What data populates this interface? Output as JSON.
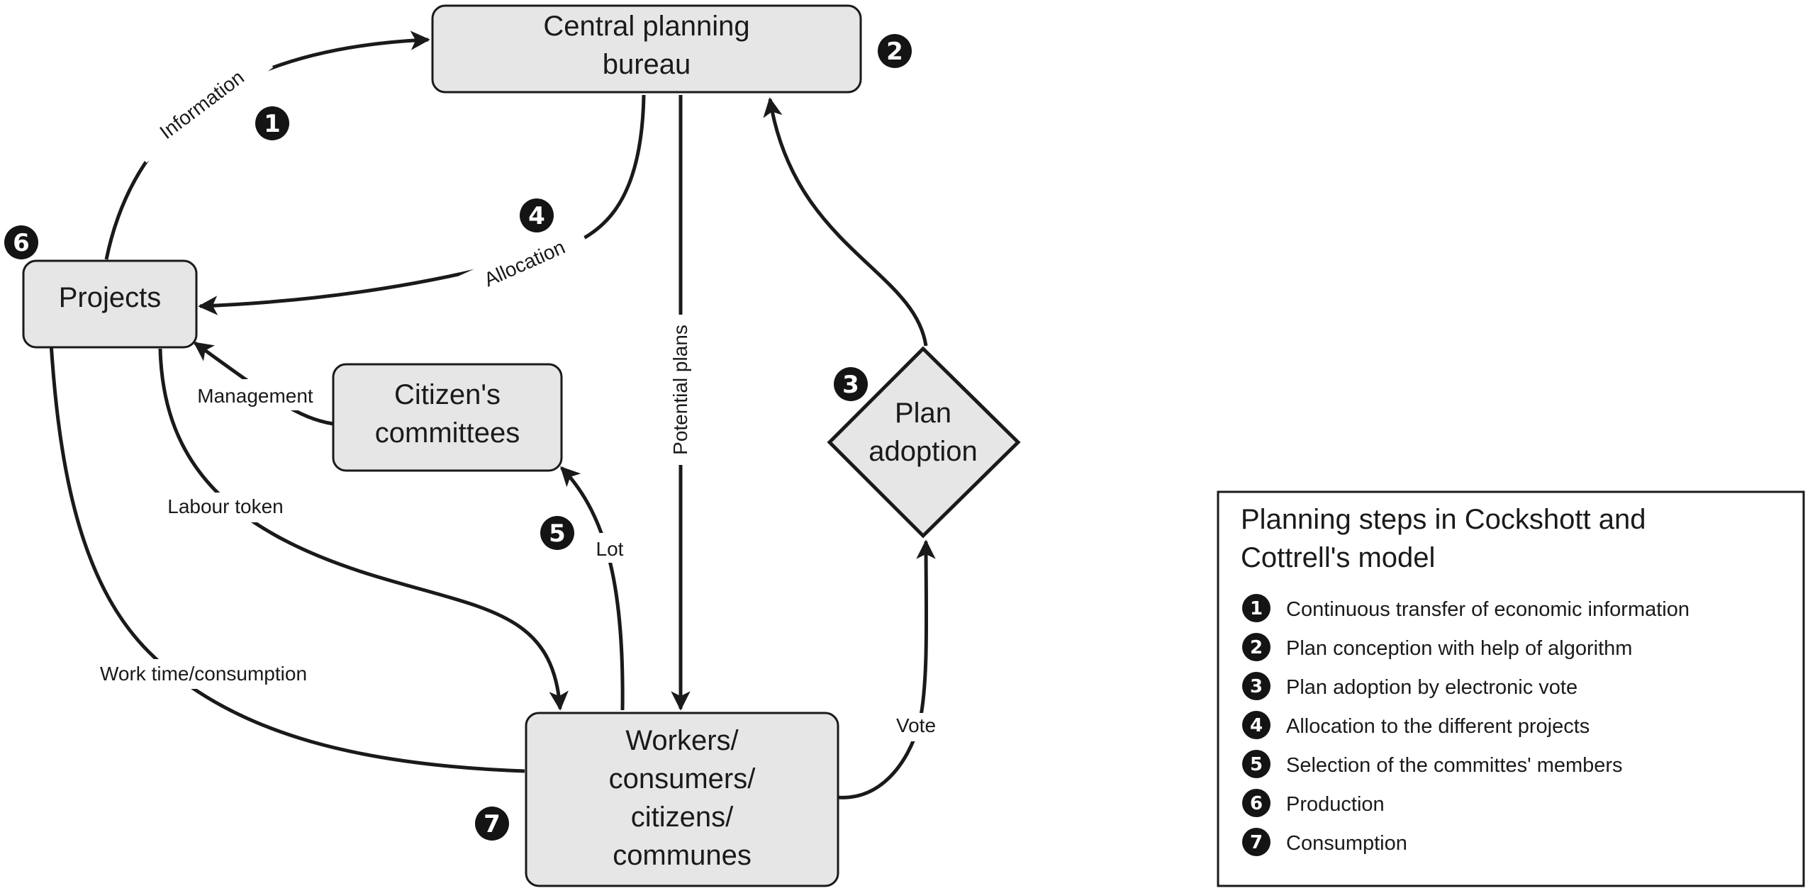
{
  "nodes": {
    "central_planning_bureau": {
      "line1": "Central planning",
      "line2": "bureau"
    },
    "projects": {
      "label": "Projects"
    },
    "citizens_committees": {
      "line1": "Citizen's",
      "line2": "committees"
    },
    "plan_adoption": {
      "line1": "Plan",
      "line2": "adoption"
    },
    "workers": {
      "line1": "Workers/",
      "line2": "consumers/",
      "line3": "citizens/",
      "line4": "communes"
    }
  },
  "edges": {
    "information": "Information",
    "allocation": "Allocation",
    "potential_plans": "Potential plans",
    "management": "Management",
    "labour_token": "Labour token",
    "lot": "Lot",
    "work_time": "Work time/consumption",
    "vote": "Vote"
  },
  "badges": {
    "b1": "1",
    "b2": "2",
    "b3": "3",
    "b4": "4",
    "b5": "5",
    "b6": "6",
    "b7": "7"
  },
  "legend": {
    "title_line1": "Planning steps in Cockshott and",
    "title_line2": "Cottrell's model",
    "items": [
      {
        "num": "1",
        "text": "Continuous transfer of economic information"
      },
      {
        "num": "2",
        "text": "Plan conception with help of algorithm"
      },
      {
        "num": "3",
        "text": "Plan adoption by electronic vote"
      },
      {
        "num": "4",
        "text": "Allocation to the different projects"
      },
      {
        "num": "5",
        "text": "Selection of the committes' members"
      },
      {
        "num": "6",
        "text": "Production"
      },
      {
        "num": "7",
        "text": "Consumption"
      }
    ]
  },
  "colors": {
    "node_fill": "#e6e6e6",
    "stroke": "#1a1a1a",
    "badge": "#141414",
    "background": "#ffffff"
  }
}
